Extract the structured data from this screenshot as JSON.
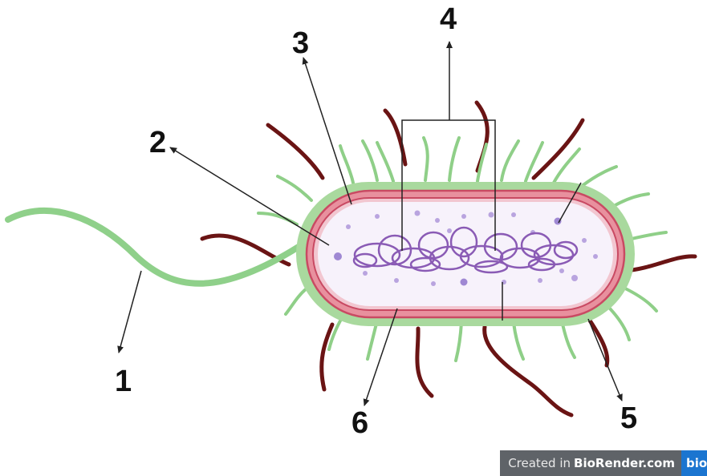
{
  "labels": {
    "one": "1",
    "two": "2",
    "three": "3",
    "four": "4",
    "five": "5",
    "six": "6"
  },
  "credit": {
    "prefix": "Created in",
    "brand": "BioRender.com",
    "logo": "bio"
  },
  "colors": {
    "flagellum": "#8fd08a",
    "capsule": "#a9d99e",
    "pili_outer": "#6a1414",
    "cell_wall": "#e8909e",
    "membrane": "#c94a63",
    "cytoplasm": "#f7f2fb",
    "nucleoid": "#8a5bb5",
    "ribosome": "#b9a4df"
  }
}
